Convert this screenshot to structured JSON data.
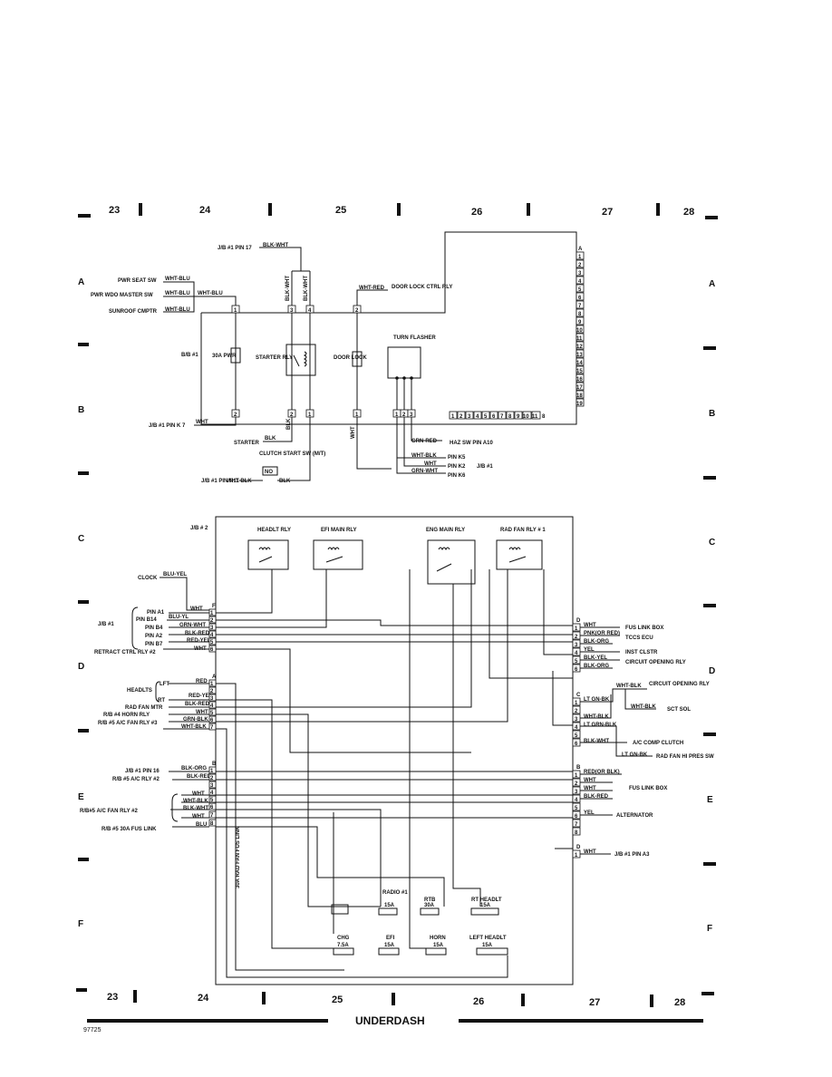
{
  "footer": {
    "title": "UNDERDASH",
    "code": "97725"
  },
  "grid": {
    "top_cols": [
      "23",
      "24",
      "25",
      "26",
      "27",
      "28"
    ],
    "bottom_cols": [
      "23",
      "24",
      "25",
      "26",
      "27",
      "28"
    ],
    "left_rows": [
      "A",
      "B",
      "C",
      "D",
      "E",
      "F"
    ],
    "right_rows": [
      "A",
      "B",
      "C",
      "D",
      "E",
      "F"
    ]
  },
  "jb1": {
    "block_label": "B/B #1",
    "top_pin_label": "J/B #1 PIN 17",
    "top_pin_wire": "BLK-WHT",
    "left_inputs": [
      {
        "label": "PWR SEAT SW",
        "wire": "WHT-BLU"
      },
      {
        "label": "PWR WDO MASTER SW",
        "wire": "WHT-BLU"
      },
      {
        "label": "SUNROOF CMPTR",
        "wire": "WHT-BLU"
      }
    ],
    "merge_wire": "WHT-BLU",
    "vertical_wires": [
      "BLK-WHT",
      "BLK-WHT"
    ],
    "door_lock_wire": "WHT-RED",
    "door_lock_dest": "DOOR LOCK CTRL RLY",
    "fuse_pwr": "30A PWR",
    "starter_rly": "STARTER RLY",
    "door_lock_fuse": "DOOR LOCK",
    "turn_flasher": "TURN FLASHER",
    "top_pins": [
      "1",
      "3",
      "4",
      "2"
    ],
    "bottom_pins": [
      "2",
      "2",
      "1",
      "1",
      "1",
      "2",
      "3"
    ],
    "connector_a_label": "A",
    "connector_a_pins": [
      "1",
      "2",
      "3",
      "4",
      "5",
      "6",
      "7",
      "8",
      "9",
      "10",
      "11",
      "12",
      "13",
      "14",
      "15",
      "16",
      "17",
      "18",
      "19"
    ],
    "bottom_row_pins": [
      "1",
      "2",
      "3",
      "4",
      "5",
      "6",
      "7",
      "8",
      "9",
      "10",
      "11",
      "8"
    ],
    "pin_k7": "J/B #1 PIN K 7",
    "pin_k7_wire": "WHT",
    "starter": "STARTER",
    "starter_wire": "BLK",
    "starter_vwire": "BLK",
    "clutch": "CLUTCH START SW (M/T)",
    "clutch_no": "NO",
    "clutch_left_wire": "WHT-BLK",
    "clutch_right_wire": "BLK",
    "clutch_jb": "J/B #1 PIN N11",
    "wht_vwire": "WHT",
    "haz_wire": "GRN-RED",
    "haz_dest": "HAZ SW PIN A10",
    "k_wires": [
      {
        "wire": "WHT-BLK",
        "pin": "PIN K5"
      },
      {
        "wire": "WHT",
        "pin": "PIN K2"
      },
      {
        "wire": "GRN-WHT",
        "pin": "PIN K6"
      }
    ],
    "k_dest": "J/B #1"
  },
  "jb2": {
    "label": "J/B # 2",
    "relays": [
      "HEADLT RLY",
      "EFI MAIN RLY",
      "ENG MAIN RLY",
      "RAD FAN RLY # 1"
    ],
    "clock": "CLOCK",
    "clock_wire": "BLU-YEL",
    "jb1_group": "J/B #1",
    "f_label": "F",
    "f_inputs": [
      {
        "label": "PIN A1",
        "wire": "WHT",
        "pin": "1"
      },
      {
        "label": "PIN B14",
        "wire": "BLU-YL",
        "pin": "2"
      },
      {
        "label": "PIN B4",
        "wire": "GRN-WHT",
        "pin": "3"
      },
      {
        "label": "PIN A2",
        "wire": "BLK-RED",
        "pin": "4"
      },
      {
        "label": "PIN B7",
        "wire": "RED-YEL",
        "pin": "5"
      },
      {
        "label": "RETRACT CTRL RLY #2",
        "wire": "WHT",
        "pin": "6"
      }
    ],
    "a_label": "A",
    "headlts": "HEADLTS",
    "a_inputs": [
      {
        "label": "LFT",
        "wire": "RED",
        "pin": "1"
      },
      {
        "label": "",
        "wire": "",
        "pin": "2"
      },
      {
        "label": "RT",
        "wire": "RED-YEL",
        "pin": "3"
      },
      {
        "label": "RAD FAN MTR",
        "wire": "BLK-RED",
        "pin": "4"
      },
      {
        "label": "R/B #4 HORN RLY",
        "wire": "WHT",
        "pin": "5"
      },
      {
        "label": "R/B #5 A/C FAN RLY #3",
        "wire": "GRN-BLK",
        "pin": "6"
      },
      {
        "label": "",
        "wire": "WHT-BLK",
        "pin": "7"
      }
    ],
    "b_label": "B",
    "b_inputs": [
      {
        "label": "J/B #1 PIN 16",
        "wire": "BLK-ORG",
        "pin": "1"
      },
      {
        "label": "R/B #5 A/C RLY #2",
        "wire": "BLK-RED",
        "pin": "2"
      },
      {
        "label": "",
        "wire": "",
        "pin": "3"
      },
      {
        "label": "",
        "wire": "WHT",
        "pin": "4"
      },
      {
        "label": "",
        "wire": "WHT-BLK",
        "pin": "5"
      },
      {
        "label": "R/B#5 A/C FAN RLY #2",
        "wire": "BLK-WHT",
        "pin": "6"
      },
      {
        "label": "",
        "wire": "WHT",
        "pin": "7"
      },
      {
        "label": "R/B #5 30A FUS LINK",
        "wire": "BLU",
        "pin": "8"
      }
    ],
    "fus_link_v": "30A RAD FAN FUS LINK",
    "right_d_label": "D",
    "right_d": [
      {
        "pin": "1",
        "wire": "WHT",
        "dest": "FUS LINK BOX"
      },
      {
        "pin": "2",
        "wire": "PNK(OR RED)",
        "dest": "TCCS ECU"
      },
      {
        "pin": "3",
        "wire": "BLK-ORG",
        "dest": ""
      },
      {
        "pin": "4",
        "wire": "YEL",
        "dest": "INST CLSTR"
      },
      {
        "pin": "5",
        "wire": "BLK-YEL",
        "dest": "CIRCUIT OPENING RLY"
      },
      {
        "pin": "6",
        "wire": "BLK-ORG",
        "dest": ""
      }
    ],
    "right_c_label": "C",
    "right_c": [
      {
        "pin": "1",
        "wire": "LT GN-BK"
      },
      {
        "pin": "2",
        "wire": ""
      },
      {
        "pin": "3",
        "wire": "WHT-BLK"
      },
      {
        "pin": "4",
        "wire": "LT GRN-BLK"
      },
      {
        "pin": "5",
        "wire": ""
      },
      {
        "pin": "6",
        "wire": "BLK-WHT"
      }
    ],
    "circuit_wire": "WHT-BLK",
    "circuit_dest": "CIRCUIT OPENING RLY",
    "sct_wire": "WHT-BLK",
    "sct_dest": "SCT SOL",
    "ac_clutch": "A/C COMP CLUTCH",
    "rad_fan_wire": "LT GN-BK",
    "rad_fan_dest": "RAD FAN HI PRES SW",
    "right_b_label": "B",
    "right_b": [
      {
        "pin": "1",
        "wire": "RED(OR BLK)"
      },
      {
        "pin": "2",
        "wire": "WHT"
      },
      {
        "pin": "3",
        "wire": "WHT"
      },
      {
        "pin": "4",
        "wire": "BLK-RED"
      },
      {
        "pin": "5",
        "wire": ""
      },
      {
        "pin": "6",
        "wire": "YEL"
      },
      {
        "pin": "7",
        "wire": ""
      },
      {
        "pin": "8",
        "wire": ""
      }
    ],
    "fus_link_box": "FUS LINK BOX",
    "alternator": "ALTERNATOR",
    "right_dd_label": "D",
    "right_dd": [
      {
        "pin": "1",
        "wire": "WHT"
      }
    ],
    "dd_dest": "J/B #1 PIN A3",
    "fuses": [
      {
        "name": "RADIO #1",
        "rating": "15A"
      },
      {
        "name": "RTB",
        "rating": "30A"
      },
      {
        "name": "RT HEADLT",
        "rating": "15A"
      },
      {
        "name": "CHG",
        "rating": "7.5A"
      },
      {
        "name": "EFI",
        "rating": "15A"
      },
      {
        "name": "HORN",
        "rating": "15A"
      },
      {
        "name": "LEFT HEADLT",
        "rating": "15A"
      }
    ]
  }
}
